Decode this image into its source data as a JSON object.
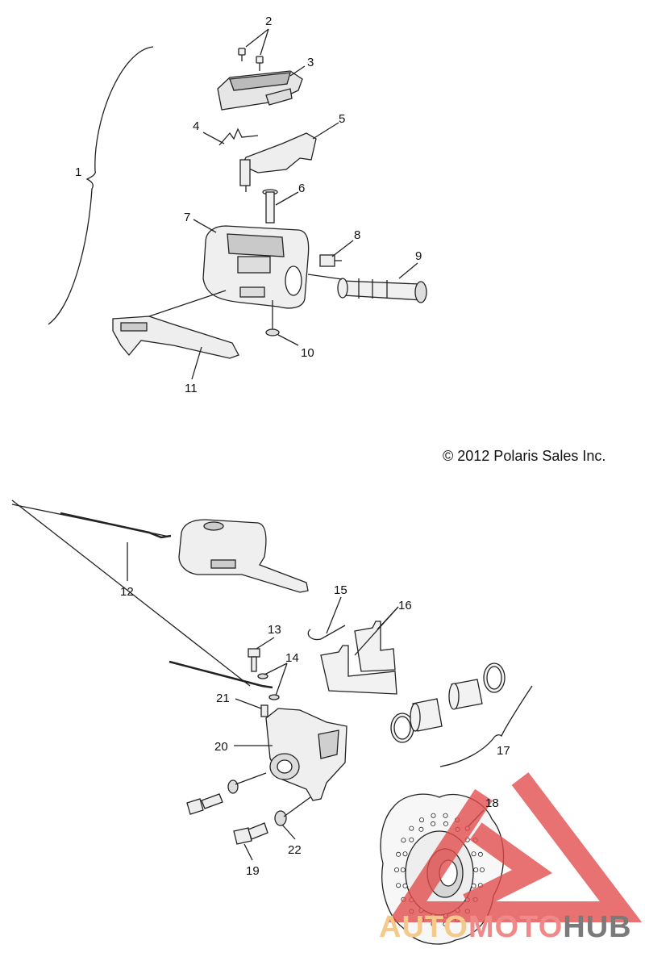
{
  "copyright": "© 2012 Polaris Sales Inc.",
  "watermark": {
    "part1": "AUTO",
    "part2": "MOTO",
    "part3": "HUB"
  },
  "callouts": [
    "1",
    "2",
    "3",
    "4",
    "5",
    "6",
    "7",
    "8",
    "9",
    "10",
    "11",
    "12",
    "13",
    "14",
    "15",
    "16",
    "17",
    "18",
    "19",
    "20",
    "21",
    "22"
  ],
  "colors": {
    "line": "#222222",
    "fill": "#f2f2f2",
    "shade": "#cfcfcf",
    "logo_red": "#e24a4a"
  }
}
